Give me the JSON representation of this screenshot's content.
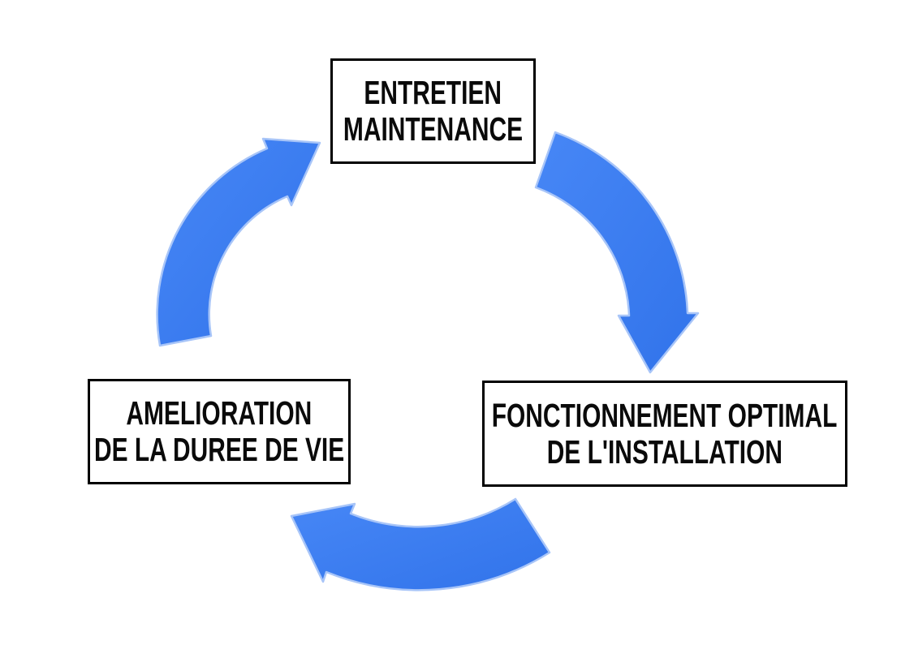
{
  "diagram": {
    "type": "cycle",
    "background_color": "#ffffff",
    "box_border_color": "#000000",
    "box_text_color": "#0a0a0a",
    "arrow_gradient": [
      "#4787f6",
      "#3173ea"
    ],
    "arrow_edge_color": "#a8c5f8",
    "nodes": [
      {
        "id": "entretien-maintenance",
        "lines": [
          "ENTRETIEN",
          "MAINTENANCE"
        ]
      },
      {
        "id": "fonctionnement-optimal",
        "lines": [
          "FONCTIONNEMENT OPTIMAL",
          "DE L'INSTALLATION"
        ]
      },
      {
        "id": "amelioration-duree-vie",
        "lines": [
          "AMELIORATION",
          "DE LA DUREE DE VIE"
        ]
      }
    ],
    "arrows": [
      {
        "id": "arrow-top-to-right",
        "from": "ENTRETIEN MAINTENANCE",
        "to": "FONCTIONNEMENT OPTIMAL DE L'INSTALLATION",
        "direction": "clockwise"
      },
      {
        "id": "arrow-right-to-left",
        "from": "FONCTIONNEMENT OPTIMAL DE L'INSTALLATION",
        "to": "AMELIORATION DE LA DUREE DE VIE",
        "direction": "clockwise"
      },
      {
        "id": "arrow-left-to-top",
        "from": "AMELIORATION DE LA DUREE DE VIE",
        "to": "ENTRETIEN MAINTENANCE",
        "direction": "clockwise"
      }
    ]
  }
}
